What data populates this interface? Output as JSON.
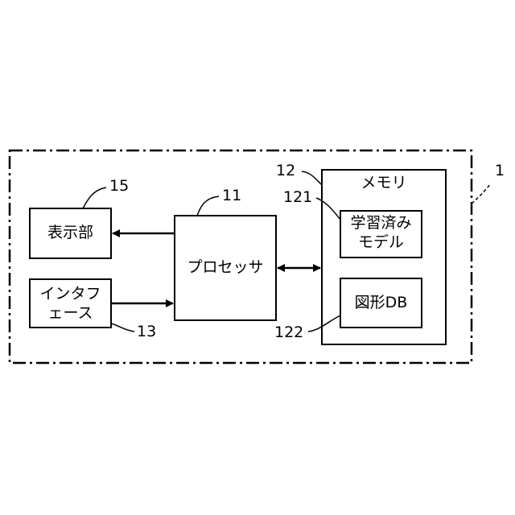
{
  "diagram": {
    "system_ref": "1",
    "display": {
      "label": "表示部",
      "ref": "15"
    },
    "interface": {
      "label_line1": "インタフ",
      "label_line2": "ェース",
      "ref": "13"
    },
    "processor": {
      "label": "プロセッサ",
      "ref": "11"
    },
    "memory": {
      "label": "メモリ",
      "ref": "12",
      "trained_model": {
        "label_line1": "学習済み",
        "label_line2": "モデル",
        "ref": "121"
      },
      "shape_db": {
        "label": "図形DB",
        "ref": "122"
      }
    }
  }
}
